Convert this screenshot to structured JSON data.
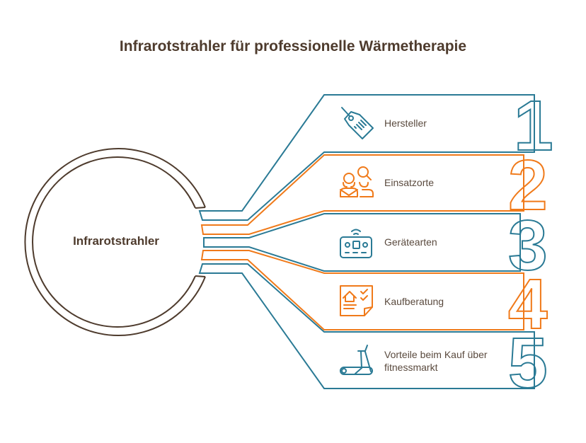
{
  "title": "Infrarotstrahler für professionelle Wärmetherapie",
  "center": {
    "label": "Infrarotstrahler"
  },
  "colors": {
    "teal": "#2a7a95",
    "orange": "#f07a1a",
    "brown": "#4e3b2d",
    "text": "#5a4a3e"
  },
  "items": [
    {
      "number": "1",
      "label": "Hersteller",
      "icon": "price-tag-icon",
      "color": "teal"
    },
    {
      "number": "2",
      "label": "Einsatzorte",
      "icon": "people-search-icon",
      "color": "orange"
    },
    {
      "number": "3",
      "label": "Gerätearten",
      "icon": "remote-device-icon",
      "color": "teal"
    },
    {
      "number": "4",
      "label": "Kaufberatung",
      "icon": "checklist-document-icon",
      "color": "orange"
    },
    {
      "number": "5",
      "label": "Vorteile beim Kauf über fitnessmarkt",
      "icon": "treadmill-icon",
      "color": "teal"
    }
  ]
}
